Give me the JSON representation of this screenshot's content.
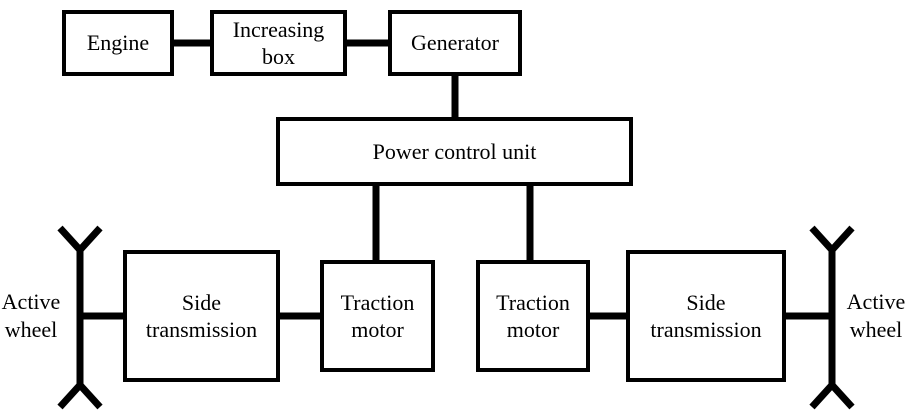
{
  "nodes": {
    "engine": "Engine",
    "increasing_box": "Increasing\nbox",
    "generator": "Generator",
    "power_control_unit": "Power control unit",
    "side_transmission_left": "Side\ntransmission",
    "traction_motor_left": "Traction\nmotor",
    "traction_motor_right": "Traction\nmotor",
    "side_transmission_right": "Side\ntransmission"
  },
  "labels": {
    "active_wheel_left": "Active\nwheel",
    "active_wheel_right": "Active\nwheel"
  },
  "colors": {
    "stroke": "#000000",
    "background": "#ffffff"
  }
}
